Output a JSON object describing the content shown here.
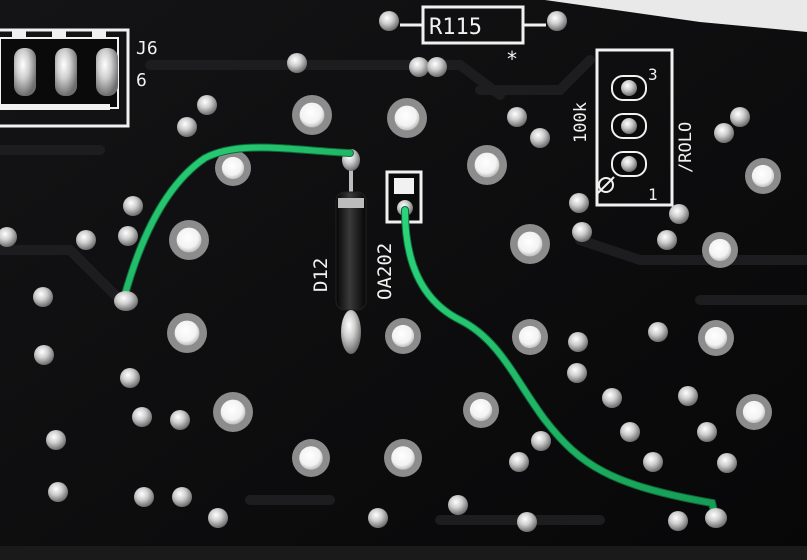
{
  "photo": {
    "subject": "pcb-underside",
    "colors": {
      "board": "#0c0c0d",
      "board_edge": "#e9e9e9",
      "silkscreen": "#f1f1f1",
      "solder": "#c9c9c9",
      "jumper_wire": "#1fbf6a",
      "diode_body": "#141414"
    }
  },
  "silkscreen": {
    "resistor_label": "R115",
    "resistor_mark": "*",
    "connector_label": "J6",
    "connector_pin": "6",
    "pot_value": "100k",
    "pot_name": "/ROLO",
    "pot_pin_3": "3",
    "pot_pin_1": "1",
    "diode_label": "D12",
    "diode_part": "OA202"
  }
}
